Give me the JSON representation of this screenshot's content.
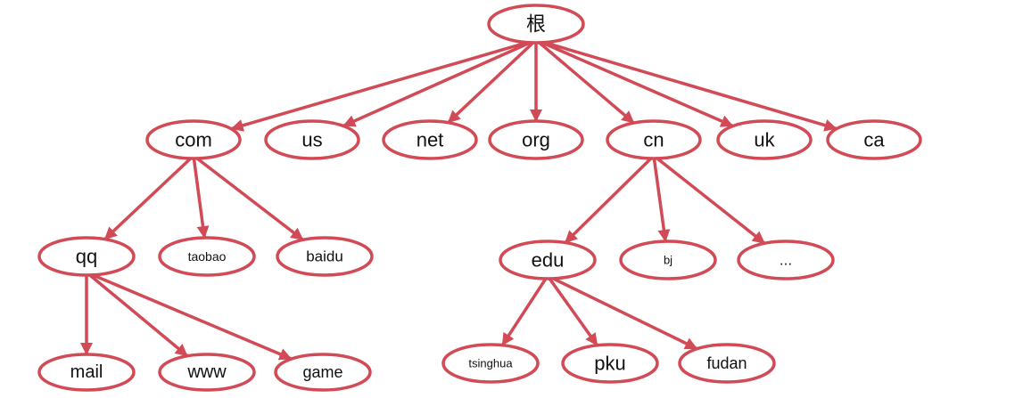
{
  "nodes": {
    "root": "根",
    "com": "com",
    "us": "us",
    "net": "net",
    "org": "org",
    "cn": "cn",
    "uk": "uk",
    "ca": "ca",
    "qq": "qq",
    "taobao": "taobao",
    "baidu": "baidu",
    "edu": "edu",
    "bj": "bj",
    "more": "...",
    "mail": "mail",
    "www": "www",
    "game": "game",
    "tsinghua": "tsinghua",
    "pku": "pku",
    "fudan": "fudan"
  },
  "edges": [
    [
      "root",
      "com"
    ],
    [
      "root",
      "us"
    ],
    [
      "root",
      "net"
    ],
    [
      "root",
      "org"
    ],
    [
      "root",
      "cn"
    ],
    [
      "root",
      "uk"
    ],
    [
      "root",
      "ca"
    ],
    [
      "com",
      "qq"
    ],
    [
      "com",
      "taobao"
    ],
    [
      "com",
      "baidu"
    ],
    [
      "cn",
      "edu"
    ],
    [
      "cn",
      "bj"
    ],
    [
      "cn",
      "more"
    ],
    [
      "qq",
      "mail"
    ],
    [
      "qq",
      "www"
    ],
    [
      "qq",
      "game"
    ],
    [
      "edu",
      "tsinghua"
    ],
    [
      "edu",
      "pku"
    ],
    [
      "edu",
      "fudan"
    ]
  ],
  "colors": {
    "stroke": "#d24a55",
    "text": "#111111",
    "background": "#ffffff"
  }
}
